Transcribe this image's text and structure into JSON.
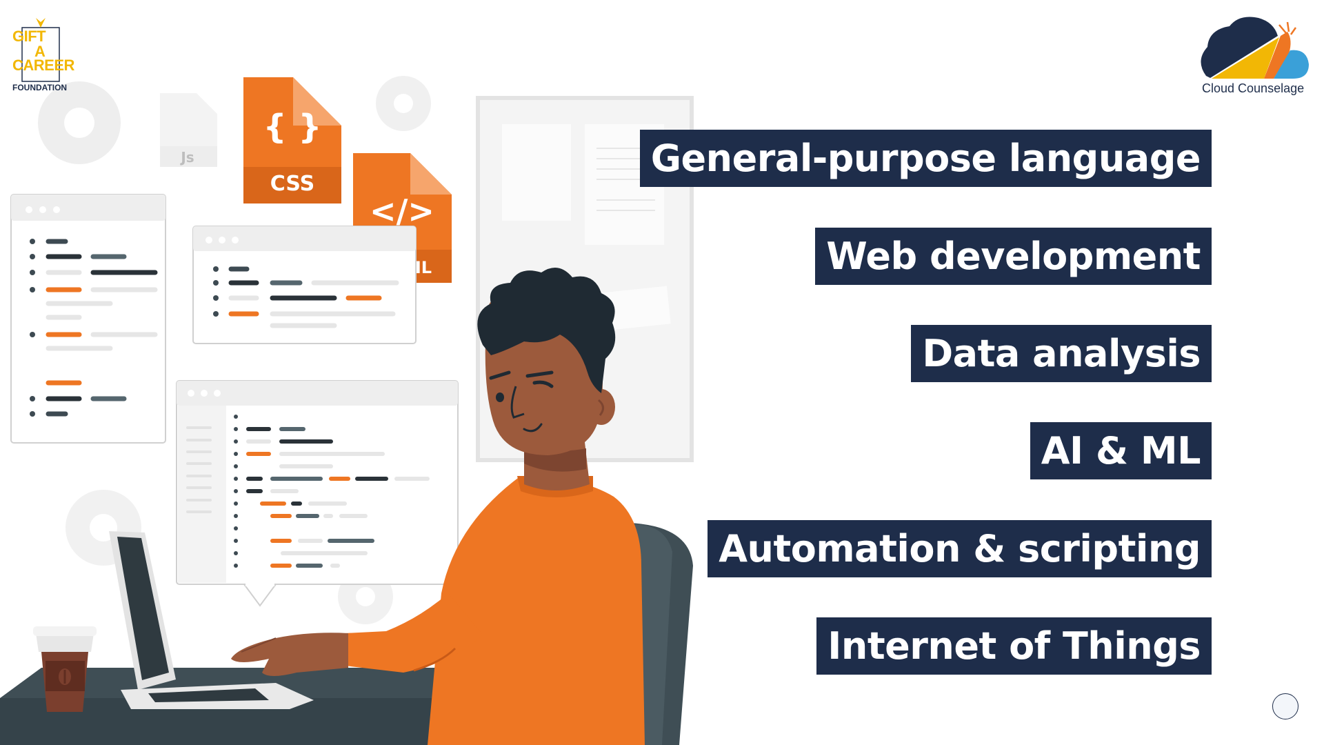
{
  "logos": {
    "gift": {
      "line1": "GIFT",
      "line2": "A",
      "line3": "CAREER",
      "line4": "FOUNDATION"
    },
    "cloud": {
      "name": "Cloud Counselage"
    }
  },
  "illustration": {
    "css_file_label": "CSS",
    "css_file_glyph": "{ }",
    "html_file_glyph": "</>",
    "html_file_label": "IL",
    "js_file_label": "Js"
  },
  "uses": [
    {
      "label": "General-purpose language"
    },
    {
      "label": "Web development"
    },
    {
      "label": "Data analysis"
    },
    {
      "label": "AI & ML"
    },
    {
      "label": "Automation & scripting"
    },
    {
      "label": "Internet of Things"
    }
  ],
  "colors": {
    "label_bg": "#1e2d4a",
    "accent_orange": "#ee7623",
    "skin": "#9c5a3c",
    "hair": "#1f2a33",
    "chair": "#3f4e55",
    "desk": "#3f4e55"
  }
}
